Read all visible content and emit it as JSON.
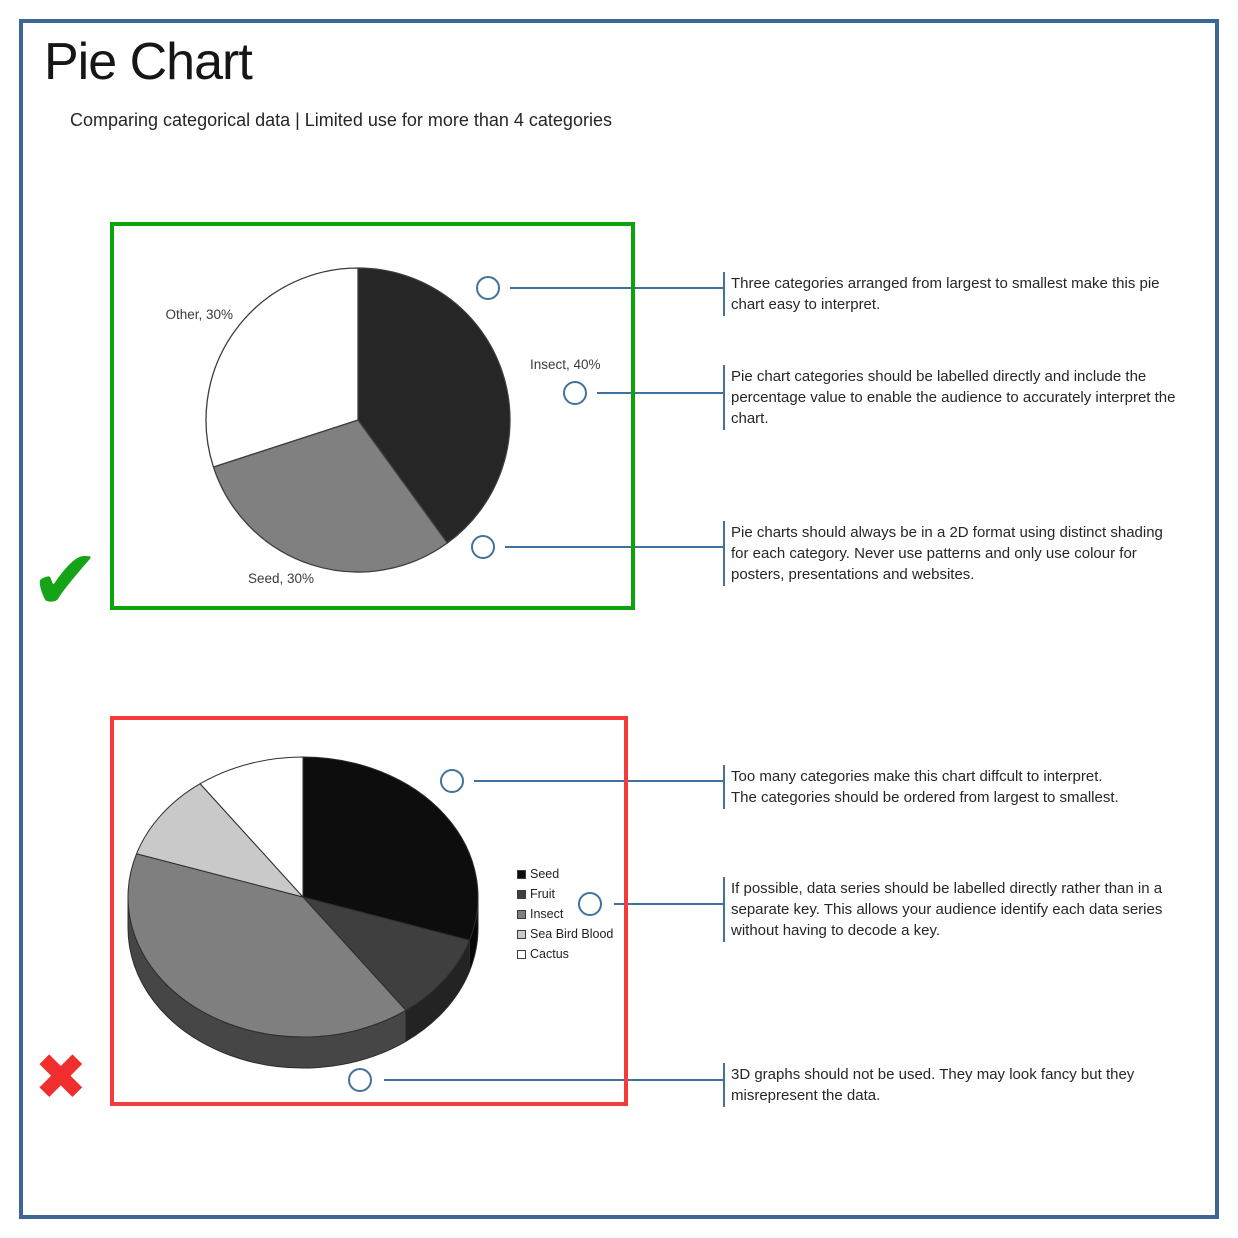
{
  "page": {
    "title": "Pie Chart",
    "subtitle": "Comparing categorical data | Limited use for more than 4 categories",
    "border_color": "#3c6795"
  },
  "callout_style": {
    "line_color": "#41719c"
  },
  "good_example": {
    "verdict_icon": "check-icon",
    "verdict_glyph": "✔",
    "verdict_color": "#17a317",
    "box_border_color": "#0ba50b",
    "annotations": [
      {
        "text": "Three categories arranged from largest to smallest make this pie\nchart easy to interpret."
      },
      {
        "text": "Pie chart categories should be labelled directly and include the\npercentage value to enable the audience to accurately interpret the\nchart."
      },
      {
        "text": "Pie charts should always be in a 2D format using distinct shading\nfor each category. Never use patterns and only use colour for\nposters, presentations and websites."
      }
    ]
  },
  "bad_example": {
    "verdict_icon": "cross-icon",
    "verdict_glyph": "✖",
    "verdict_color": "#f02e2e",
    "box_border_color": "#f43b3b",
    "annotations": [
      {
        "text": "Too many categories make this chart diffcult to interpret.\nThe categories should be ordered from largest to smallest."
      },
      {
        "text": "If possible, data series should be labelled directly rather than in a\nseparate key. This allows your audience identify each data series\nwithout having to decode a key."
      },
      {
        "text": "3D graphs should not be used. They may look fancy but they\nmisrepresent the data."
      }
    ]
  },
  "chart_data": [
    {
      "type": "pie",
      "style": "2d",
      "direction": "clockwise",
      "start_angle_deg": 0,
      "data_labels": "category, percent",
      "legend": "none",
      "slices": [
        {
          "label": "Insect",
          "value": 40,
          "color": "#262626",
          "label_text": "Insect, 40%"
        },
        {
          "label": "Seed",
          "value": 30,
          "color": "#808080",
          "label_text": "Seed, 30%"
        },
        {
          "label": "Other",
          "value": 30,
          "color": "#ffffff",
          "label_text": "Other, 30%"
        }
      ]
    },
    {
      "type": "pie",
      "style": "3d",
      "direction": "clockwise",
      "start_angle_deg": 0,
      "data_labels": "none",
      "legend_position": "right",
      "legend": [
        "Seed",
        "Fruit",
        "Insect",
        "Sea Bird Blood",
        "Cactus"
      ],
      "slices": [
        {
          "label": "Seed",
          "value": 30,
          "color": "#0d0d0d"
        },
        {
          "label": "Fruit",
          "value": 10,
          "color": "#3f3f3f"
        },
        {
          "label": "Insect",
          "value": 40,
          "color": "#7f7f7f"
        },
        {
          "label": "Sea Bird Blood",
          "value": 10,
          "color": "#c9c9c9"
        },
        {
          "label": "Cactus",
          "value": 10,
          "color": "#ffffff"
        }
      ]
    }
  ]
}
